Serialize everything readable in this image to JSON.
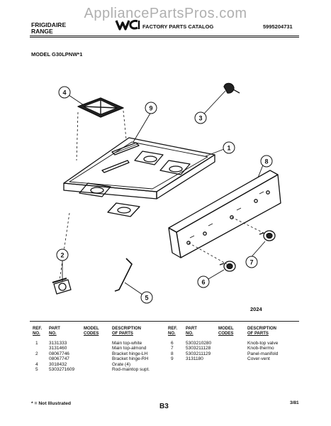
{
  "watermark": "AppliancePartsPros.com",
  "header": {
    "brand_line1": "FRIGIDAIRE",
    "brand_line2": "RANGE",
    "logo_text": "WCI",
    "catalog_title": "FACTORY PARTS CATALOG",
    "catalog_number": "5995204731"
  },
  "model": "MODEL G30LPNW*1",
  "callouts": [
    "4",
    "9",
    "3",
    "1",
    "8",
    "2",
    "5",
    "6",
    "7"
  ],
  "diagram_code": "2024",
  "parts_table": {
    "headers": {
      "ref_no_1": "REF.",
      "ref_no_2": "NO.",
      "part_no_1": "PART",
      "part_no_2": "NO.",
      "model_codes_1": "MODEL",
      "model_codes_2": "CODES",
      "description_1": "DESCRIPTION",
      "description_2": "OF PARTS"
    },
    "left": [
      {
        "ref": "1",
        "part": "3131333",
        "desc": "Main top-white"
      },
      {
        "ref": "",
        "part": "3131460",
        "desc": "Main top-almond"
      },
      {
        "ref": "2",
        "part": "08067746",
        "desc": "Bracket hinge-LH"
      },
      {
        "ref": "",
        "part": "08067747",
        "desc": "Bracket hinge-RH"
      },
      {
        "ref": "4",
        "part": "3018432",
        "desc": "Grate (4)"
      },
      {
        "ref": "5",
        "part": "5303271609",
        "desc": "Rod-maintop supt."
      }
    ],
    "right": [
      {
        "ref": "6",
        "part": "5303210280",
        "desc": "Knob-top valve"
      },
      {
        "ref": "7",
        "part": "5303211128",
        "desc": "Knob-thermo"
      },
      {
        "ref": "8",
        "part": "5303211129",
        "desc": "Panel-manifold"
      },
      {
        "ref": "9",
        "part": "3131180",
        "desc": "Cover-vent"
      }
    ]
  },
  "footer": {
    "note": "* = Not Illustrated",
    "page": "B3",
    "date": "3/81"
  }
}
